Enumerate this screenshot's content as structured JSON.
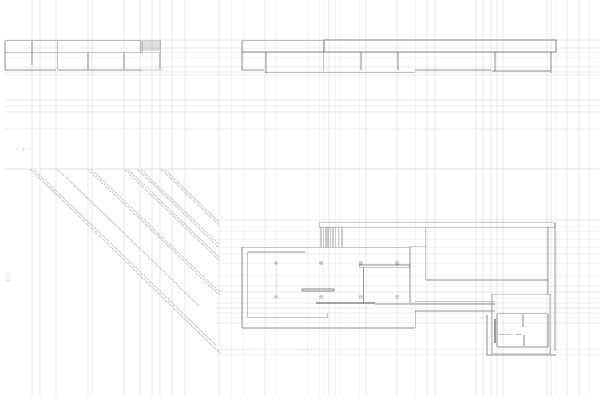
{
  "drawing": {
    "type": "architectural orthographic construction drawing",
    "views": [
      "elevation",
      "plan"
    ],
    "colors": {
      "background": "#ffffff",
      "construction_line": "#d6d6d6",
      "projection_line": "#bdbdbd",
      "object_line": "#6e6e6e",
      "hatch": "#7a7a7a"
    },
    "notes": {
      "left_margin_note": "~ ||| ~",
      "left_margin_note_2": "| | |",
      "diagonal_note": "- - -",
      "bottom_note_1": "- - - - - - - - -",
      "bottom_note_2": "- - - - - - -"
    },
    "vertical_construction_x": [
      40,
      50,
      70,
      110,
      115,
      155,
      175,
      190,
      200,
      215,
      232,
      274,
      290,
      305,
      332,
      345,
      385,
      400,
      405,
      412,
      420,
      425,
      450,
      458,
      497,
      520,
      535,
      545,
      596,
      605,
      615,
      622,
      630,
      685,
      690,
      697,
      710,
      725,
      738
    ],
    "horizontal_construction_y": [
      50,
      60,
      66,
      72,
      84,
      90,
      94,
      125,
      133,
      140,
      162,
      212,
      276,
      284,
      290,
      300,
      310,
      318,
      330,
      345,
      358,
      366,
      374,
      380,
      386,
      392,
      398,
      405,
      438,
      444
    ]
  }
}
